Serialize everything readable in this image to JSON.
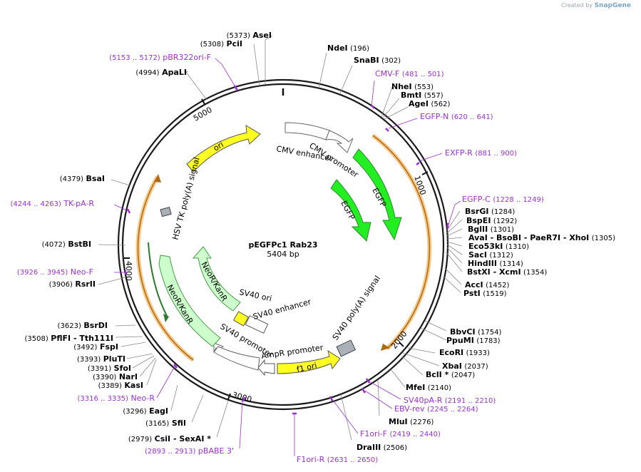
{
  "branding": {
    "created_by": "Created by",
    "product": "SnapGene"
  },
  "plasmid": {
    "name": "pEGFPc1 Rab23",
    "size": "5404 bp"
  },
  "ticks": [
    "1000",
    "2000",
    "3000",
    "4000",
    "5000"
  ],
  "features": [
    {
      "name": "CMV enhancer"
    },
    {
      "name": "CMV promoter"
    },
    {
      "name": "EGFP"
    },
    {
      "name": "EGFP"
    },
    {
      "name": "SV40 poly(A) signal"
    },
    {
      "name": "f1 ori"
    },
    {
      "name": "AmpR promoter"
    },
    {
      "name": "SV40 promoter"
    },
    {
      "name": "SV40 enhancer"
    },
    {
      "name": "SV40 ori"
    },
    {
      "name": "NeoR/KanR"
    },
    {
      "name": "NeoR/KanR"
    },
    {
      "name": "HSV TK poly(A) signal"
    },
    {
      "name": "ori"
    }
  ],
  "labels": [
    {
      "name": "AseI",
      "pos": "(5373)"
    },
    {
      "name": "PciI",
      "pos": "(5308)"
    },
    {
      "name": "pBR322ori-F",
      "pos": "(5153 .. 5172)",
      "primer": true
    },
    {
      "name": "ApaLI",
      "pos": "(4994)"
    },
    {
      "name": "NdeI",
      "pos": "(196)"
    },
    {
      "name": "SnaBI",
      "pos": "(302)"
    },
    {
      "name": "CMV-F",
      "pos": "(481 .. 501)",
      "primer": true
    },
    {
      "name": "NheI",
      "pos": "(553)"
    },
    {
      "name": "BmtI",
      "pos": "(557)"
    },
    {
      "name": "AgeI",
      "pos": "(562)"
    },
    {
      "name": "EGFP-N",
      "pos": "(620 .. 641)",
      "primer": true
    },
    {
      "name": "EXFP-R",
      "pos": "(881 .. 900)",
      "primer": true
    },
    {
      "name": "EGFP-C",
      "pos": "(1228 .. 1249)",
      "primer": true
    },
    {
      "name": "BsrGI",
      "pos": "(1284)"
    },
    {
      "name": "BspEI",
      "pos": "(1292)"
    },
    {
      "name": "BglII",
      "pos": "(1301)"
    },
    {
      "name": "AvaI  - BsoBI  - PaeR7I  - XhoI",
      "pos": "(1305)"
    },
    {
      "name": "Eco53kI",
      "pos": "(1310)"
    },
    {
      "name": "SacI",
      "pos": "(1312)"
    },
    {
      "name": "HindIII",
      "pos": "(1314)"
    },
    {
      "name": "BstXI  - XcmI",
      "pos": "(1354)"
    },
    {
      "name": "AccI",
      "pos": "(1452)"
    },
    {
      "name": "PstI",
      "pos": "(1519)"
    },
    {
      "name": "BbvCI",
      "pos": "(1754)"
    },
    {
      "name": "PpuMI",
      "pos": "(1783)"
    },
    {
      "name": "EcoRI",
      "pos": "(1933)"
    },
    {
      "name": "XbaI",
      "pos": "(2037)"
    },
    {
      "name": "BclI *",
      "pos": "(2047)"
    },
    {
      "name": "MfeI",
      "pos": "(2140)"
    },
    {
      "name": "SV40pA-R",
      "pos": "(2191 .. 2210)",
      "primer": true
    },
    {
      "name": "EBV-rev",
      "pos": "(2245 .. 2264)",
      "primer": true
    },
    {
      "name": "MluI",
      "pos": "(2276)"
    },
    {
      "name": "F1ori-F",
      "pos": "(2419 .. 2440)",
      "primer": true
    },
    {
      "name": "DraIII",
      "pos": "(2506)"
    },
    {
      "name": "F1ori-R",
      "pos": "(2631 .. 2650)",
      "primer": true
    },
    {
      "name": "BsaI",
      "pos": "(4379)"
    },
    {
      "name": "TK-pA-R",
      "pos": "(4244 .. 4263)",
      "primer": true
    },
    {
      "name": "BstBI",
      "pos": "(4072)"
    },
    {
      "name": "Neo-F",
      "pos": "(3926 .. 3945)",
      "primer": true
    },
    {
      "name": "RsrII",
      "pos": "(3906)"
    },
    {
      "name": "BsrDI",
      "pos": "(3623)"
    },
    {
      "name": "PflFI  - Tth111I",
      "pos": "(3508)"
    },
    {
      "name": "FspI",
      "pos": "(3492)"
    },
    {
      "name": "PluTI",
      "pos": "(3393)"
    },
    {
      "name": "SfoI",
      "pos": "(3391)"
    },
    {
      "name": "NarI",
      "pos": "(3390)"
    },
    {
      "name": "KasI",
      "pos": "(3389)"
    },
    {
      "name": "Neo-R",
      "pos": "(3316 .. 3335)",
      "primer": true
    },
    {
      "name": "EagI",
      "pos": "(3296)"
    },
    {
      "name": "SfiI",
      "pos": "(3165)"
    },
    {
      "name": "CsiI  - SexAI *",
      "pos": "(2979)"
    },
    {
      "name": "pBABE 3'",
      "pos": "(2893 .. 2913)",
      "primer": true
    }
  ]
}
